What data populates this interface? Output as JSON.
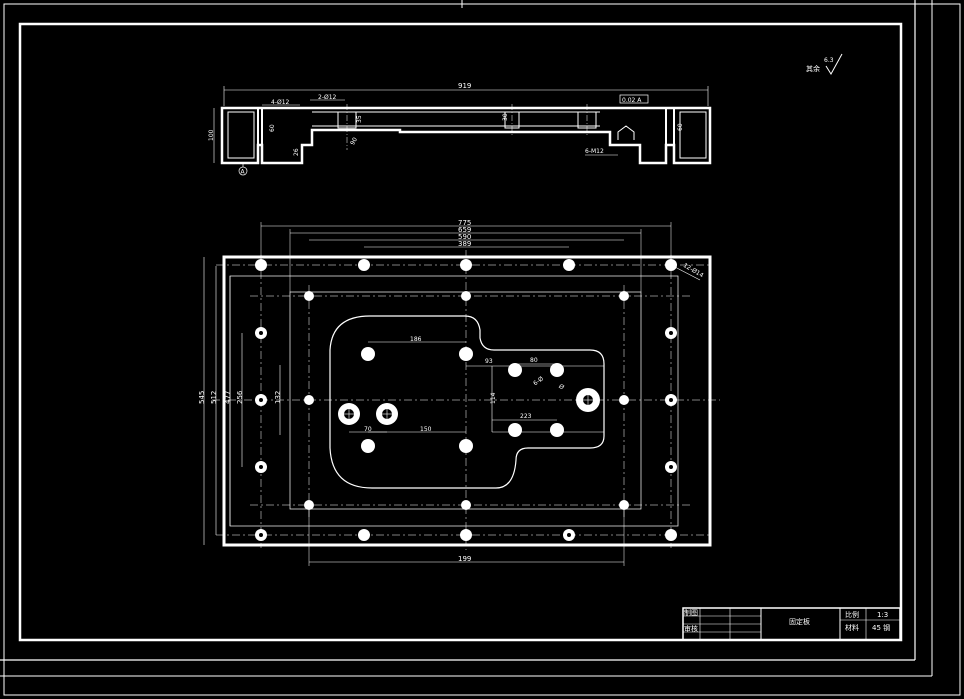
{
  "roughness": {
    "label": "其余",
    "value": "6.3"
  },
  "top_view": {
    "overall_length": "919",
    "height": "100",
    "hole_callout_1": "4-Ø12",
    "hole_callout_2": "2-Ø12",
    "thread_callout": "6-M12",
    "tolerance_box": "0.02 A",
    "datum_label": "A",
    "dims_small": [
      "60",
      "35",
      "30",
      "90",
      "60",
      "26"
    ]
  },
  "plan_view": {
    "width_dims": [
      "775",
      "659",
      "590",
      "389"
    ],
    "height_dims": [
      "545",
      "512",
      "477",
      "256",
      "132"
    ],
    "bottom_dim": "199",
    "corner_hole": "12-Ø14",
    "inner_dims": [
      "186",
      "93",
      "80",
      "70",
      "150",
      "223",
      "114"
    ],
    "slot_callouts": [
      "6-Ø",
      "Ø"
    ]
  },
  "title_block": {
    "part_name": "固定板",
    "row1_left": "制图",
    "row2_left": "审核",
    "scale_label": "比例",
    "scale_value": "1:3",
    "material_label": "材料",
    "material_value": "45 钢"
  }
}
